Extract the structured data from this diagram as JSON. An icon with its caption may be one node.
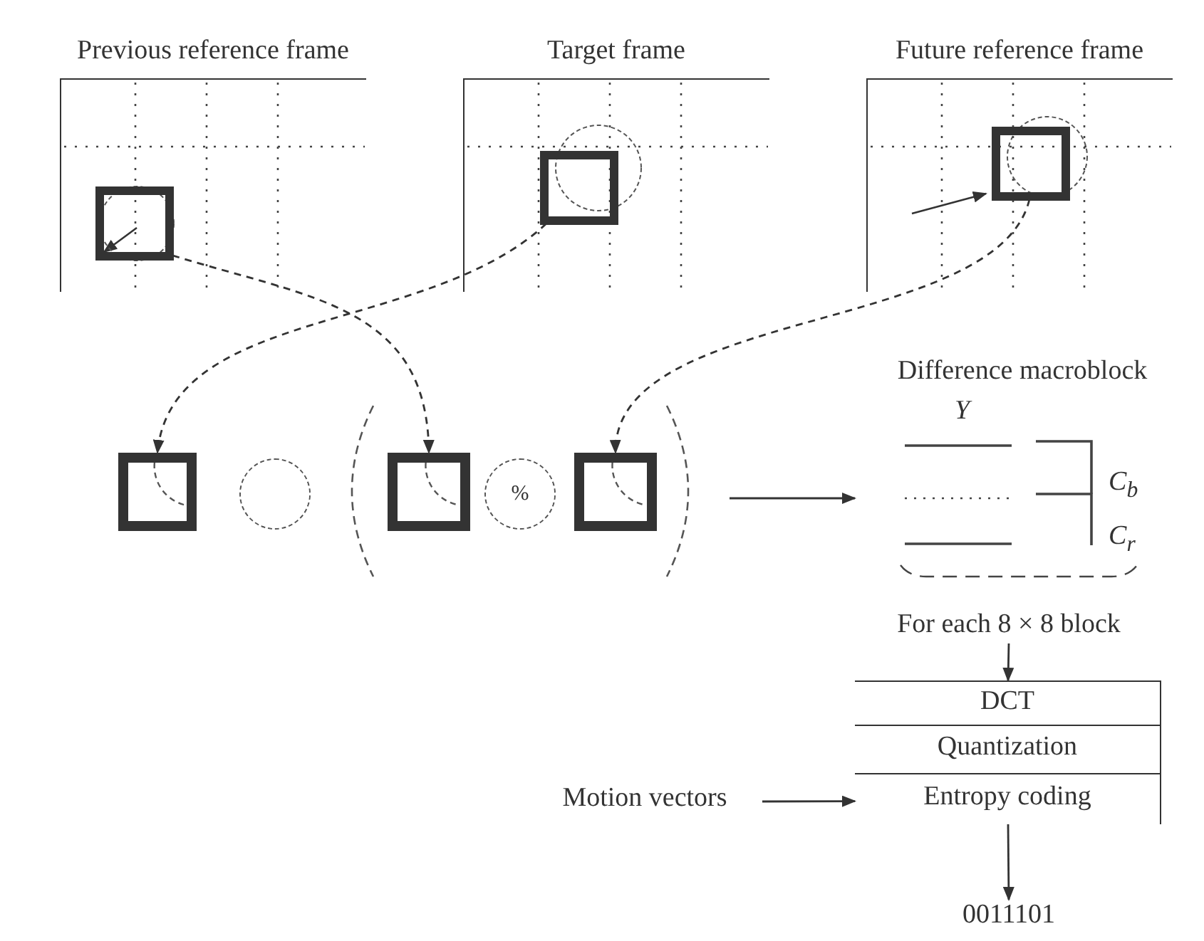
{
  "diagram": {
    "nodes": [
      {
        "text": [
          "Previous reference frame"
        ]
      },
      {
        "text": [],
        "shape": "box",
        "in": 0
      },
      {
        "text": [
          "Target frame"
        ]
      },
      {
        "text": [],
        "shape": "box",
        "in": 2
      },
      {
        "text": [
          "Future reference frame"
        ]
      },
      {
        "text": [],
        "shape": "box",
        "in": 4
      },
      {
        "text": [],
        "shape": "box"
      },
      {
        "text": [],
        "shape": "circle"
      },
      {
        "text": [],
        "shape": "box"
      },
      {
        "text": [
          "%"
        ]
      },
      {
        "text": [],
        "shape": "box"
      },
      {
        "text": [
          "Difference macroblock",
          "Y",
          "C$_{b}$",
          "C$_{r}$"
        ]
      },
      {
        "text": [
          "For each 8 × 8 block"
        ]
      },
      {
        "text": [
          "DCT"
        ]
      },
      {
        "text": [
          "Quantization"
        ]
      },
      {
        "text": [
          "Entropy coding"
        ]
      },
      {
        "text": [
          "Motion vectors"
        ]
      },
      {
        "text": [
          "0011101"
        ]
      }
    ],
    "edges": [
      {
        "from": 3,
        "to": 6,
        "arrow": "to",
        "style": "dashed"
      },
      {
        "from": 1,
        "to": 8,
        "arrow": "to",
        "style": "dashed"
      },
      {
        "from": 5,
        "to": 10,
        "arrow": "to",
        "style": "dashed"
      },
      {
        "from": null,
        "to": 11,
        "arrow": "to"
      },
      {
        "from": 12,
        "to": 13,
        "arrow": "to"
      },
      {
        "from": 16,
        "to": 15,
        "arrow": "to"
      },
      {
        "from": 15,
        "to": 17,
        "arrow": "to"
      }
    ]
  }
}
